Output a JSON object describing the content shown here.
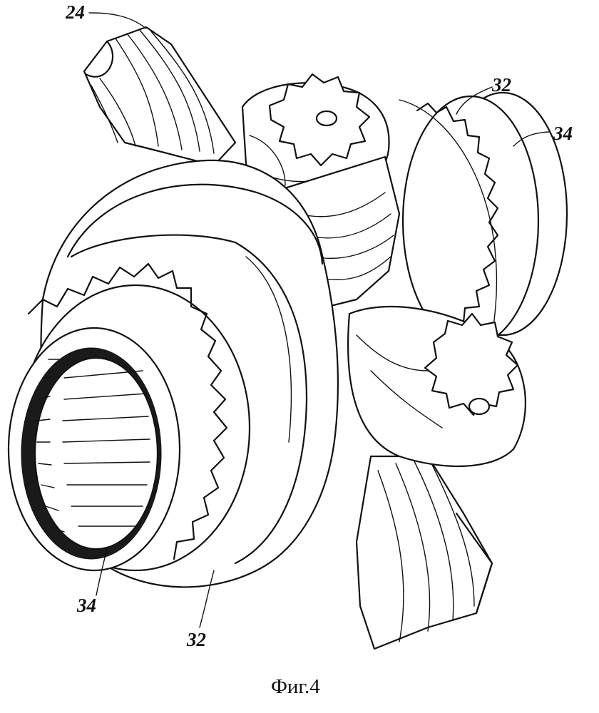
{
  "figure": {
    "caption": "Фиг.4",
    "reference_numerals": {
      "planet_shaft_top": "24",
      "ring_right": "32",
      "spline_right": "34",
      "spline_left": "34",
      "ring_bottom": "32"
    }
  }
}
